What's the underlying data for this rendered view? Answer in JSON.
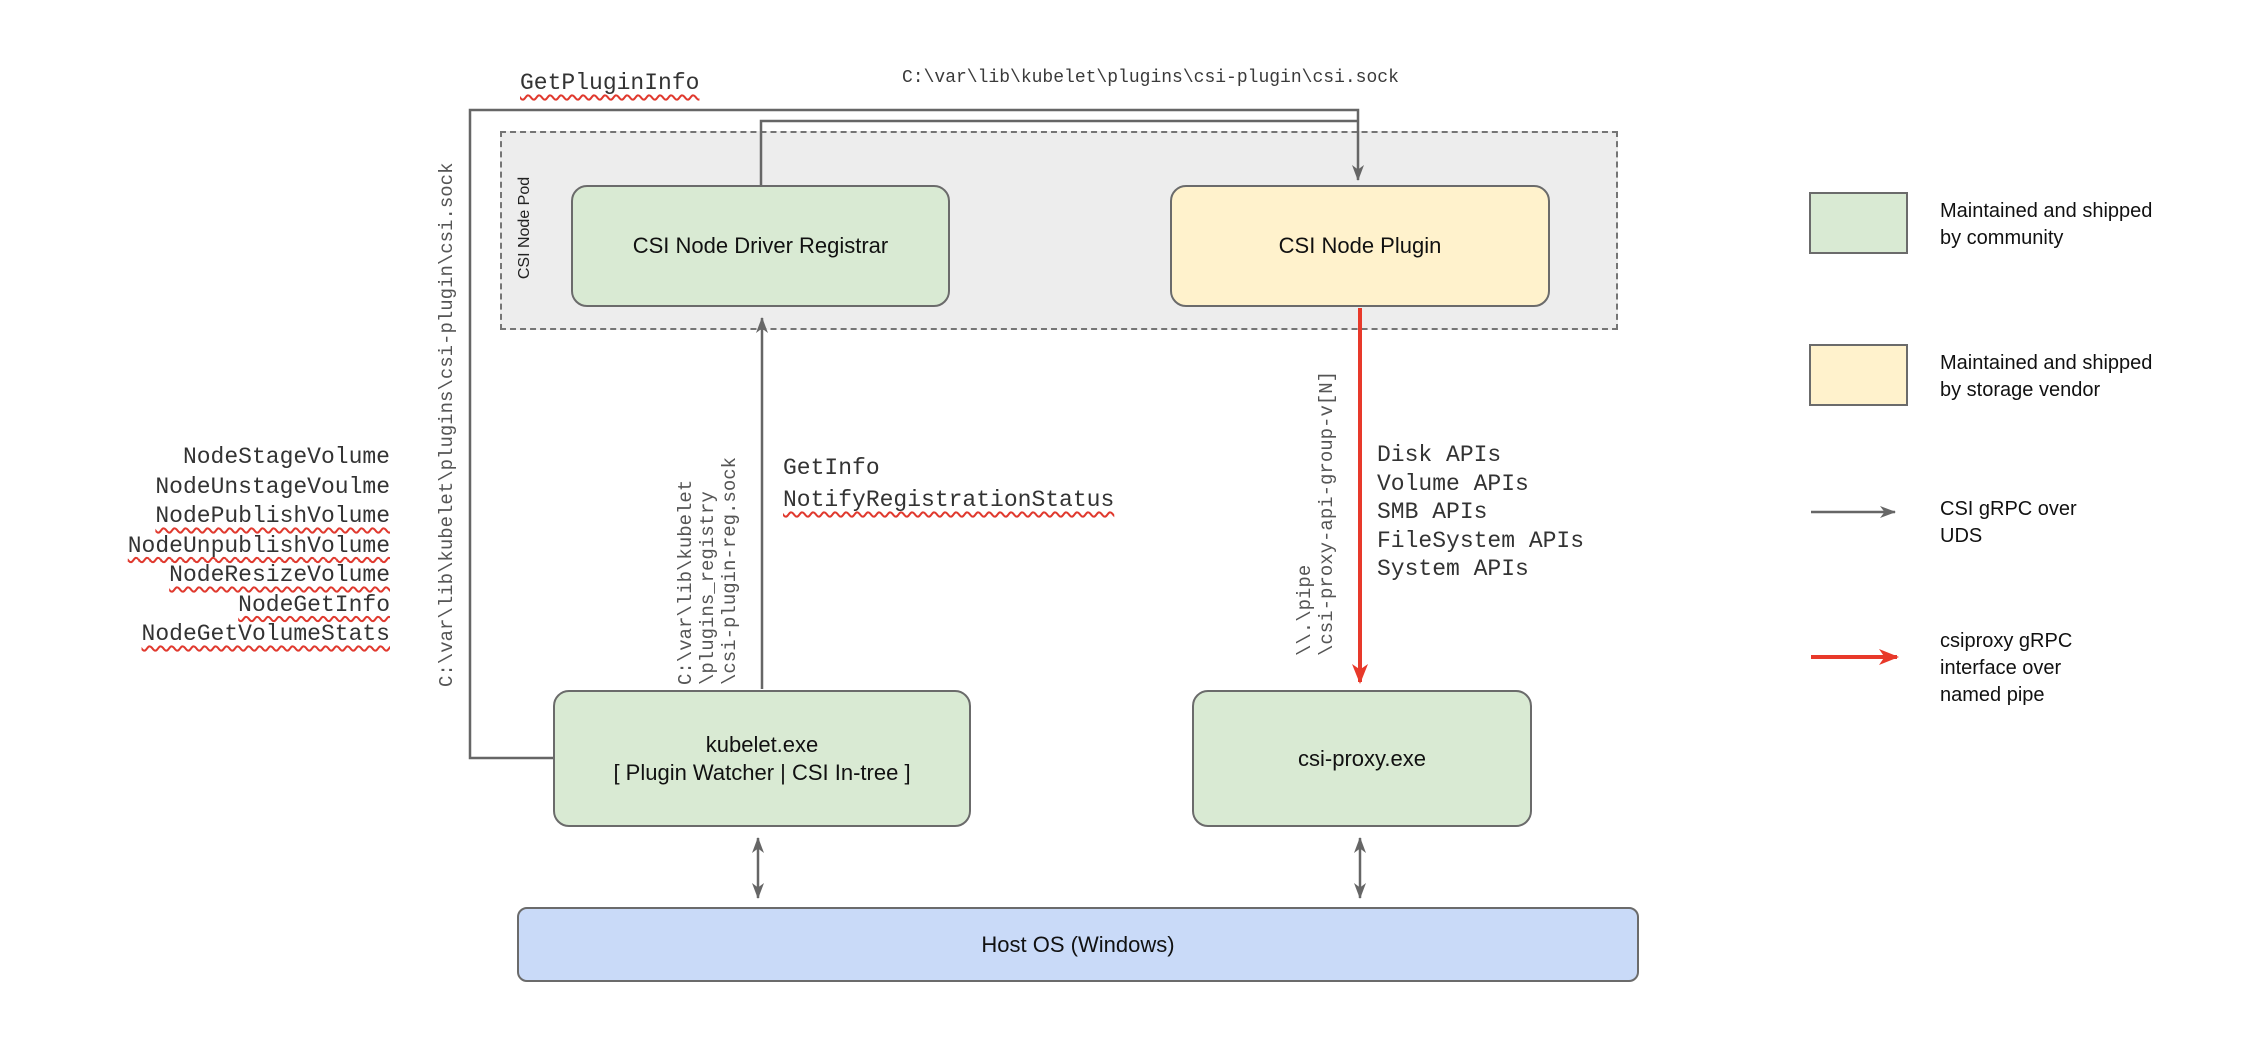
{
  "colors": {
    "green": "#d9ead3",
    "yellow": "#fff2cc",
    "blue": "#c9daf8",
    "pod_gray": "#ededed",
    "line_gray": "#666666",
    "arrow_red": "#e8392a",
    "squiggle_red": "#e0392e"
  },
  "top_labels": {
    "rpc": "GetPluginInfo",
    "socket_path": "C:\\var\\lib\\kubelet\\plugins\\csi-plugin\\csi.sock"
  },
  "pod": {
    "label": "CSI Node Pod"
  },
  "nodes": {
    "registrar": "CSI Node Driver Registrar",
    "plugin": "CSI Node Plugin",
    "kubelet_line1": "kubelet.exe",
    "kubelet_line2": "[ Plugin Watcher | CSI In-tree ]",
    "csi_proxy": "csi-proxy.exe",
    "host_os": "Host OS (Windows)"
  },
  "node_calls": {
    "items": [
      "NodeStageVolume",
      "NodeUnstageVoulme",
      "NodePublishVolume",
      "NodeUnpublishVolume",
      "NodeResizeVolume",
      "NodeGetInfo",
      "NodeGetVolumeStats"
    ]
  },
  "registrar_link": {
    "lines": [
      "GetInfo",
      "NotifyRegistrationStatus"
    ]
  },
  "paths": {
    "kubelet_socket_vertical": "C:\\var\\lib\\kubelet\\plugins\\csi-plugin\\csi.sock",
    "registry_lines": [
      "C:\\var\\lib\\kubelet",
      "\\plugins_registry",
      "\\csi-plugin-reg.sock"
    ],
    "pipe_lines": [
      "\\\\.\\pipe",
      "\\csi-proxy-api-group-v[N]"
    ]
  },
  "proxy_apis": {
    "items": [
      "Disk APIs",
      "Volume APIs",
      "SMB APIs",
      "FileSystem APIs",
      "System APIs"
    ]
  },
  "legend": {
    "community": {
      "line1": "Maintained and shipped",
      "line2": "by community"
    },
    "vendor": {
      "line1": "Maintained and shipped",
      "line2": "by storage vendor"
    },
    "uds": {
      "line1": "CSI gRPC over",
      "line2": "UDS"
    },
    "pipe": {
      "line1": "csiproxy gRPC",
      "line2": "interface over",
      "line3": "named pipe"
    }
  }
}
